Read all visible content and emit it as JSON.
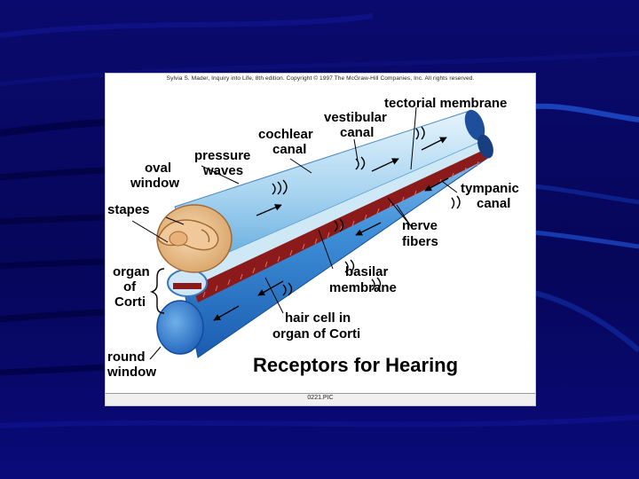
{
  "figure": {
    "credit": "Sylvia S. Mader, Inquiry into Life, 8th edition. Copyright © 1997 The McGraw-Hill Companies, Inc. All rights reserved.",
    "title": "Receptors for Hearing",
    "file_label": "0221.PIC"
  },
  "labels": {
    "tectorial_membrane": "tectorial membrane",
    "vestibular_canal_1": "vestibular",
    "vestibular_canal_2": "canal",
    "cochlear_canal_1": "cochlear",
    "cochlear_canal_2": "canal",
    "pressure_waves_1": "pressure",
    "pressure_waves_2": "waves",
    "oval_window_1": "oval",
    "oval_window_2": "window",
    "stapes": "stapes",
    "tympanic_canal_1": "tympanic",
    "tympanic_canal_2": "canal",
    "nerve_fibers_1": "nerve",
    "nerve_fibers_2": "fibers",
    "organ_of_corti_1": "organ",
    "organ_of_corti_2": "of",
    "organ_of_corti_3": "Corti",
    "basilar_membrane_1": "basilar",
    "basilar_membrane_2": "membrane",
    "hair_cell_1": "hair cell in",
    "hair_cell_2": "organ of Corti",
    "round_window_1": "round",
    "round_window_2": "window"
  },
  "colors": {
    "slide_background": "#06065a",
    "upper_canal": "#a8d4f0",
    "lower_canal": "#3f8fd8",
    "basilar_membrane": "#8b1a1a",
    "stapes": "#e8b07a"
  }
}
